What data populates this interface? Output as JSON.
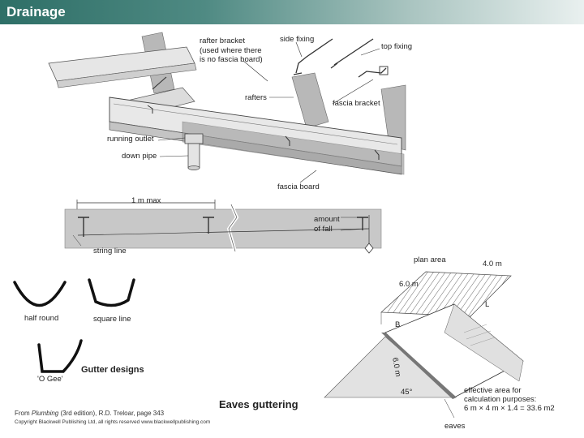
{
  "header": {
    "title": "Drainage"
  },
  "top_labels": {
    "rafter_bracket": "rafter bracket\n(used where there\nis no fascia board)",
    "side_fixing": "side fixing",
    "top_fixing": "top fixing",
    "rafters": "rafters",
    "fascia_bracket": "fascia bracket",
    "running_outlet": "running outlet",
    "down_pipe": "down pipe",
    "fascia_board": "fascia board"
  },
  "fall_labels": {
    "one_m_max": "1 m max",
    "amount_of_fall": "amount\nof fall",
    "string_line": "string line"
  },
  "gutter_labels": {
    "half_round": "half round",
    "square_line": "square line",
    "o_gee": "'O Gee'",
    "gutter_designs": "Gutter designs"
  },
  "roof_labels": {
    "plan_area": "plan area",
    "four_m": "4.0 m",
    "six_m_top": "6.0 m",
    "L": "L",
    "B": "B",
    "six_m_slope": "6.0 m",
    "angle": "45°",
    "effective_area": "effective area for\ncalculation purposes:\n6 m × 4 m × 1.4 = 33.6 m2",
    "eaves": "eaves"
  },
  "footer": {
    "eaves_guttering": "Eaves guttering",
    "source_prefix": "From ",
    "source_book": "Plumbing",
    "source_suffix": " (3rd edition), R.D. Treloar, page 343",
    "copyright": "Copyright Blackwell Publishing Ltd, all rights reserved  www.blackwellpublishing.com"
  }
}
